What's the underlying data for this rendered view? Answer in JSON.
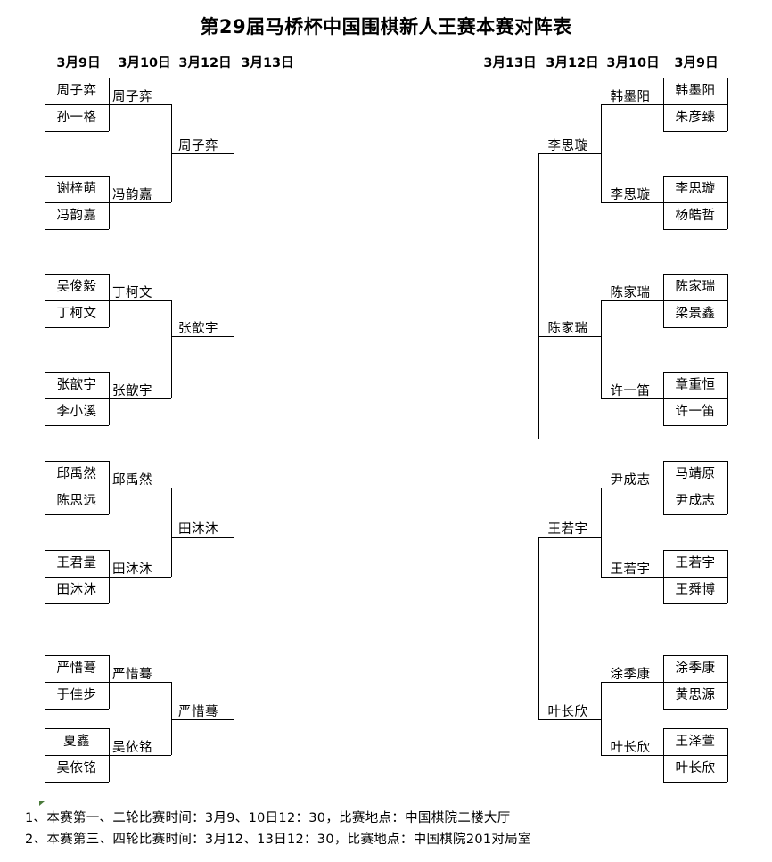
{
  "title": "第29届马桥杯中国围棋新人王赛本赛对阵表",
  "headers": {
    "left": [
      "3月9日",
      "3月10日",
      "3月12日",
      "3月13日"
    ],
    "right": [
      "3月13日",
      "3月12日",
      "3月10日",
      "3月9日"
    ]
  },
  "left": {
    "round1": [
      {
        "top": "周子弈",
        "bottom": "孙一格"
      },
      {
        "top": "谢梓萌",
        "bottom": "冯韵嘉"
      },
      {
        "top": "吴俊毅",
        "bottom": "丁柯文"
      },
      {
        "top": "张歆宇",
        "bottom": "李小溪"
      },
      {
        "top": "邱禹然",
        "bottom": "陈思远"
      },
      {
        "top": "王君量",
        "bottom": "田沐沐"
      },
      {
        "top": "严惜蓦",
        "bottom": "于佳步"
      },
      {
        "top": "夏鑫",
        "bottom": "吴依铭"
      }
    ],
    "round2": [
      "周子弈",
      "冯韵嘉",
      "丁柯文",
      "张歆宇",
      "邱禹然",
      "田沐沐",
      "严惜蓦",
      "吴依铭"
    ],
    "round3": [
      "周子弈",
      "张歆宇",
      "田沐沐",
      "严惜蓦"
    ]
  },
  "right": {
    "round1": [
      {
        "top": "韩墨阳",
        "bottom": "朱彦臻"
      },
      {
        "top": "李思璇",
        "bottom": "杨皓哲"
      },
      {
        "top": "陈家瑞",
        "bottom": "梁景鑫"
      },
      {
        "top": "章重恒",
        "bottom": "许一笛"
      },
      {
        "top": "马靖原",
        "bottom": "尹成志"
      },
      {
        "top": "王若宇",
        "bottom": "王舜博"
      },
      {
        "top": "涂季康",
        "bottom": "黄思源"
      },
      {
        "top": "王泽萱",
        "bottom": "叶长欣"
      }
    ],
    "round2": [
      "韩墨阳",
      "李思璇",
      "陈家瑞",
      "许一笛",
      "尹成志",
      "王若宇",
      "涂季康",
      "叶长欣"
    ],
    "round3": [
      "李思璇",
      "陈家瑞",
      "王若宇",
      "叶长欣"
    ]
  },
  "notes": [
    "1、本赛第一、二轮比赛时间：3月9、10日12：30，比赛地点：中国棋院二楼大厅",
    "2、本赛第三、四轮比赛时间：3月12、13日12：30，比赛地点：中国棋院201对局室"
  ]
}
